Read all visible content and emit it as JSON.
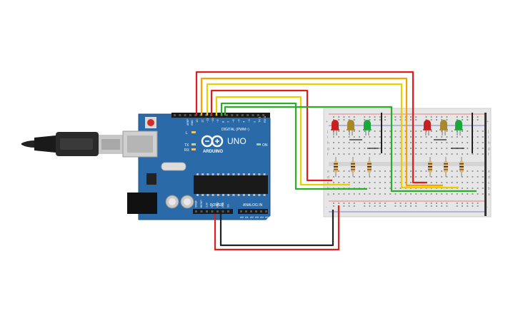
{
  "board": {
    "logo_text": "ARDUINO",
    "model_text": "UNO",
    "digital_header_label": "DIGITAL (PWM~)",
    "power_header_label": "POWER",
    "analog_header_label": "ANALOG IN",
    "on_label": "ON",
    "l_label": "L",
    "tx_label": "TX",
    "rx_label": "RX",
    "aref_label": "AREF",
    "gnd_label": "GND",
    "digital_pins": [
      "13",
      "12",
      "~11",
      "~10",
      "~9",
      "8",
      "7",
      "~6",
      "~5",
      "4",
      "~3",
      "2",
      "TX 1",
      "RX 0"
    ],
    "power_pins": [
      "IOREF",
      "RESET",
      "3.3V",
      "5V",
      "GND",
      "GND",
      "Vin"
    ],
    "analog_pins": [
      "A0",
      "A1",
      "A2",
      "A3",
      "A4",
      "A5"
    ]
  },
  "breadboard": {
    "row_letters_top": [
      "j",
      "i",
      "h",
      "g",
      "f"
    ],
    "row_letters_bottom": [
      "e",
      "d",
      "c",
      "b",
      "a"
    ],
    "plus_label": "+",
    "minus_label": "-"
  },
  "leds_left": [
    "#c82020",
    "#a8882a",
    "#1aa83a"
  ],
  "leds_right": [
    "#c82020",
    "#a8882a",
    "#1aa83a"
  ],
  "colors": {
    "board": "#2a6aa8",
    "board_edge": "#1d4f80",
    "wire_red": "#e01c1c",
    "wire_orange": "#f4a300",
    "wire_yellow": "#e8d000",
    "wire_green": "#2aae2a",
    "wire_black": "#222222",
    "breadboard": "#e6e6e6"
  }
}
